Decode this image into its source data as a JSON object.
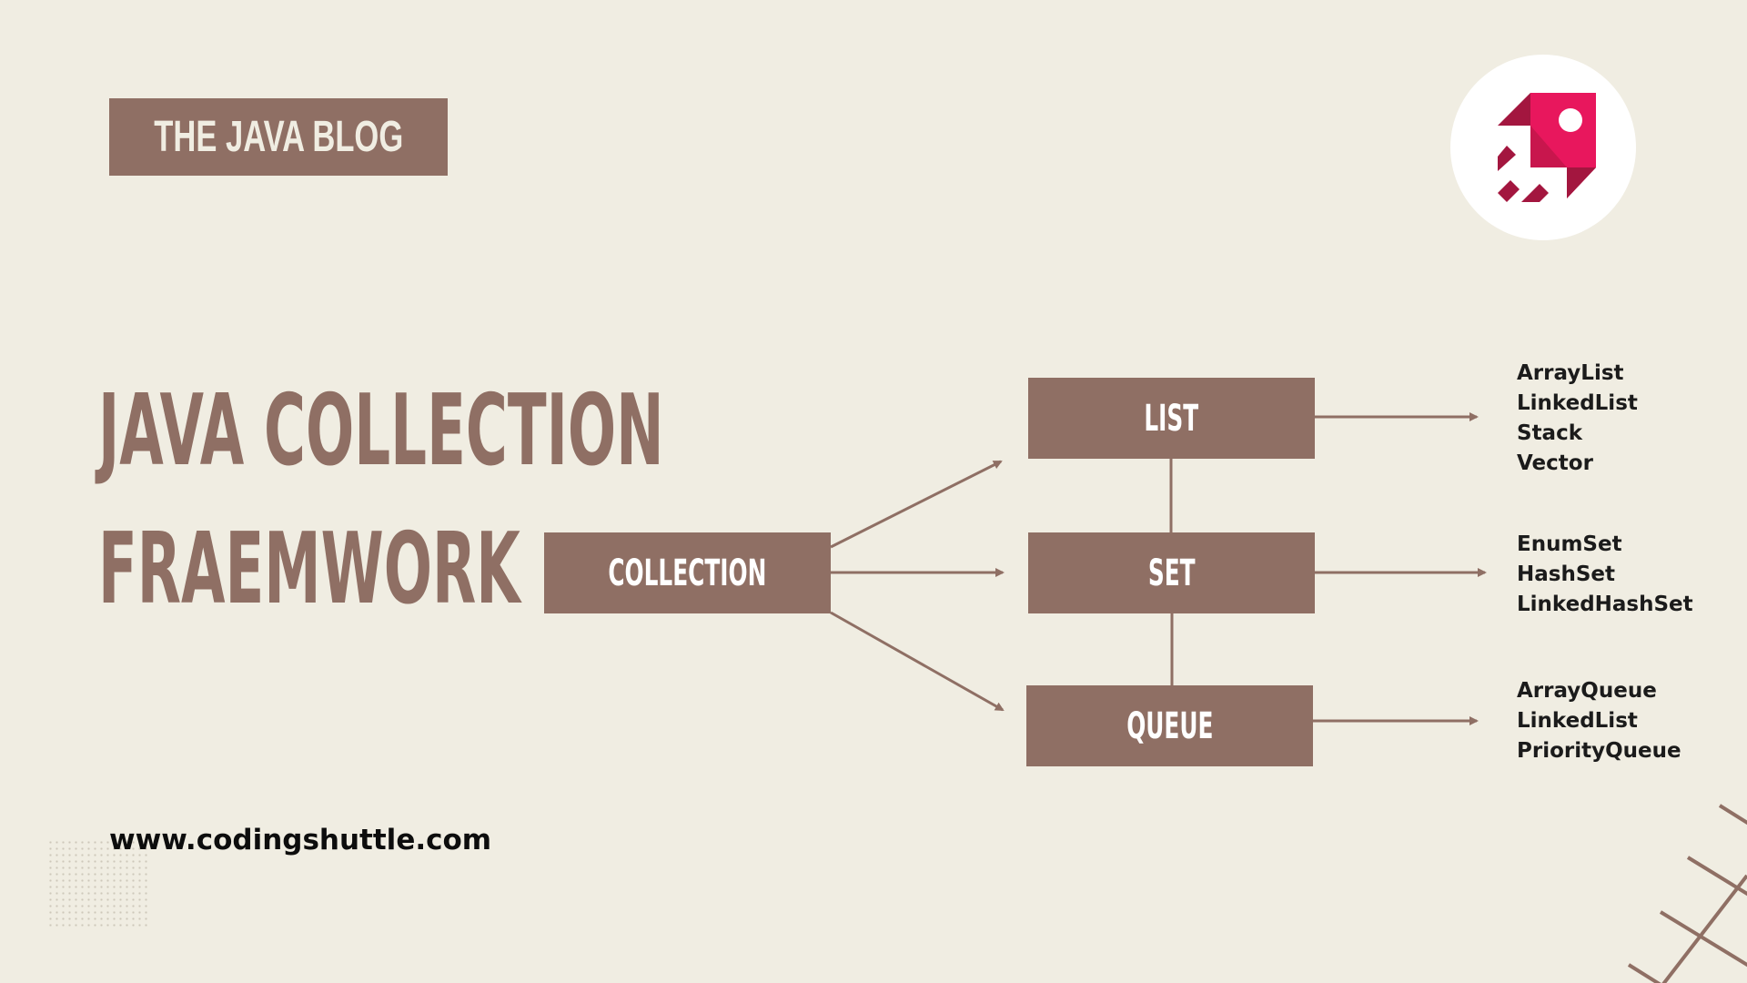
{
  "header": {
    "blog_tag": "THE JAVA BLOG"
  },
  "logo": {
    "icon": "coding-shuttle-rocket-icon",
    "colors": {
      "primary": "#e8175d",
      "dark": "#a3163f"
    }
  },
  "title": {
    "line1": "JAVA COLLECTION",
    "line2": "FRAEMWORK"
  },
  "diagram": {
    "root": "COLLECTION",
    "children": [
      {
        "label": "LIST",
        "implementations": [
          "ArrayList",
          "LinkedList",
          "Stack",
          "Vector"
        ]
      },
      {
        "label": "SET",
        "implementations": [
          "EnumSet",
          "HashSet",
          "LinkedHashSet"
        ]
      },
      {
        "label": "QUEUE",
        "implementations": [
          "ArrayQueue",
          "LinkedList",
          "PriorityQueue"
        ]
      }
    ]
  },
  "footer": {
    "website": "www.codingshuttle.com"
  },
  "colors": {
    "background": "#f0ede2",
    "accent": "#8f6f64",
    "text": "#1b1b1b"
  }
}
